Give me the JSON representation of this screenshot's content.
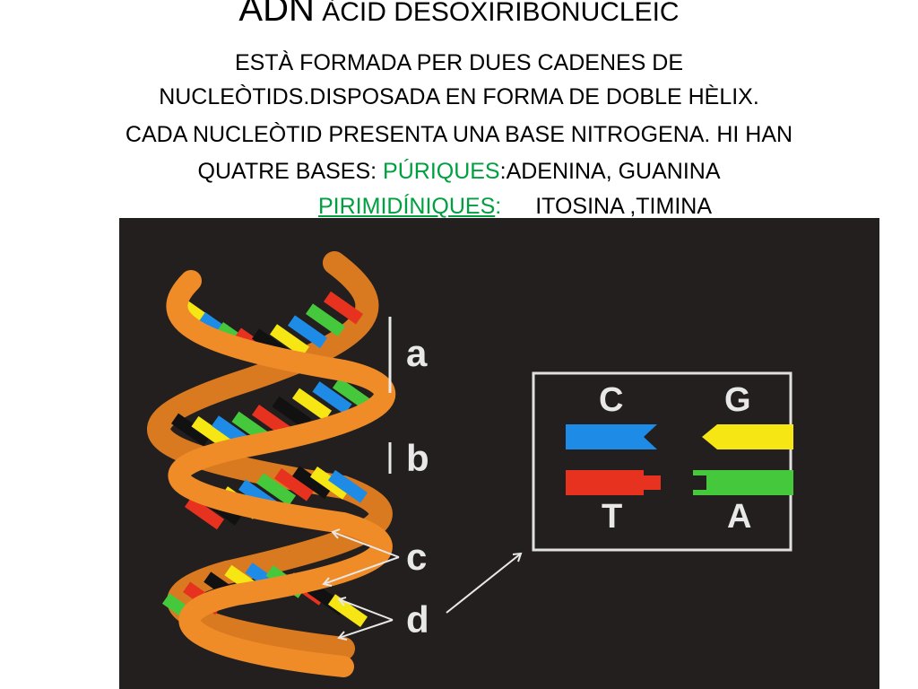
{
  "title": {
    "main": "ADN",
    "sub": "ÀCID DESOXIRIBONUCLEIC"
  },
  "text": {
    "line1": "ESTÀ FORMADA  PER DUES CADENES DE",
    "line2": "NUCLEÒTIDS.DISPOSADA EN FORMA  DE DOBLE HÈLIX.",
    "line3": "CADA NUCLEÒTID  PRESENTA UNA BASE NITROGENA. HI HAN",
    "line4_prefix": "QUATRE BASES:  ",
    "purines_label": "PÚRIQUES",
    "purines_list": ":ADENINA, GUANINA",
    "pyrimidines_label": "PIRIMIDÍNIQUES",
    "pyrimidines_colon": ":",
    "pyrimidines_list": "ITOSINA ,TIMINA"
  },
  "figure": {
    "labels": {
      "a": "a",
      "b": "b",
      "c": "c",
      "d": "d"
    },
    "legend": {
      "c": "C",
      "g": "G",
      "t": "T",
      "a": "A"
    }
  },
  "colors": {
    "backbone": "#f08c28",
    "cytosine": "#1e8ce6",
    "guanine": "#f5e614",
    "thymine": "#e6321e",
    "adenine": "#46c83c",
    "background": "#231f1e"
  }
}
